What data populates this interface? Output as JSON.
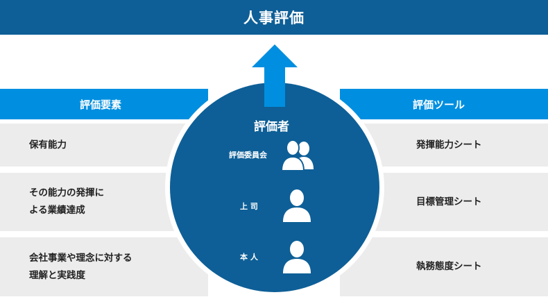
{
  "title": "人事評価",
  "left": {
    "header": "評価要素",
    "items": [
      "保有能力",
      "その能力の発揮に\nよる業績達成",
      "会社事業や理念に対する\n理解と実践度"
    ]
  },
  "right": {
    "header": "評価ツール",
    "items": [
      "発揮能力シート",
      "目標管理シート",
      "執務態度シート"
    ]
  },
  "center": {
    "title": "評価者",
    "evaluators": [
      "評価委員会",
      "上 司",
      "本 人"
    ]
  },
  "colors": {
    "dark_blue": "#0e5f97",
    "bright_blue": "#008fe0",
    "row_gray": "#ececec"
  },
  "icons": [
    "up-arrow-icon",
    "group-people-icon",
    "person-icon",
    "person-icon"
  ]
}
